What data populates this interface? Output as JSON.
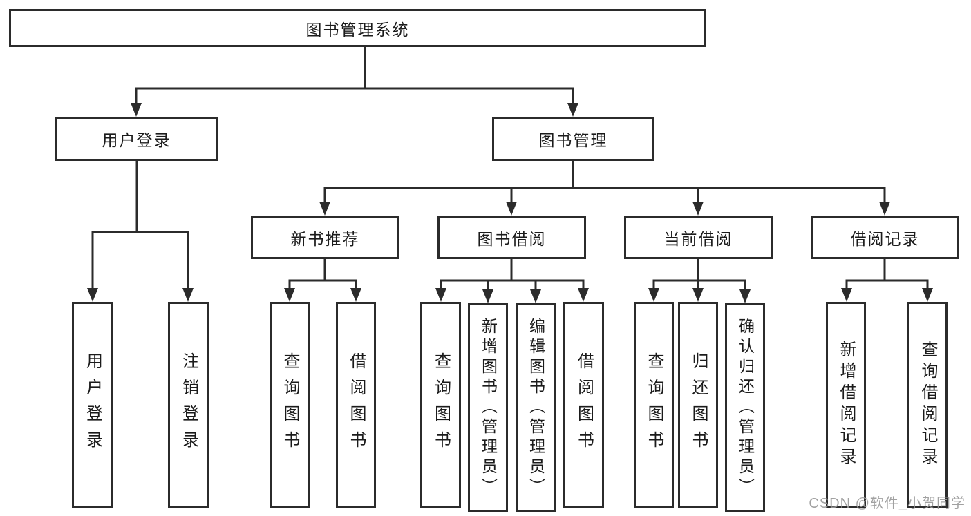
{
  "root": {
    "label": "图书管理系统"
  },
  "branches": {
    "user_login": {
      "label": "用户登录",
      "leaves": [
        {
          "label": "用户登录"
        },
        {
          "label": "注销登录"
        }
      ]
    },
    "book_management": {
      "label": "图书管理",
      "sections": [
        {
          "label": "新书推荐",
          "leaves": [
            {
              "label": "查询图书"
            },
            {
              "label": "借阅图书"
            }
          ]
        },
        {
          "label": "图书借阅",
          "leaves": [
            {
              "label": "查询图书"
            },
            {
              "label": "新增图书（管理员）"
            },
            {
              "label": "编辑图书（管理员）"
            },
            {
              "label": "借阅图书"
            }
          ]
        },
        {
          "label": "当前借阅",
          "leaves": [
            {
              "label": "查询图书"
            },
            {
              "label": "归还图书"
            },
            {
              "label": "确认归还（管理员）"
            }
          ]
        },
        {
          "label": "借阅记录",
          "leaves": [
            {
              "label": "新增借阅记录"
            },
            {
              "label": "查询借阅记录"
            }
          ]
        }
      ]
    }
  },
  "watermark": {
    "text": "CSDN @软件_小贺同学"
  },
  "colors": {
    "line": "#2b2b2b",
    "text": "#1b1b1b",
    "watermark": "#9a9a9a",
    "background": "#ffffff"
  }
}
